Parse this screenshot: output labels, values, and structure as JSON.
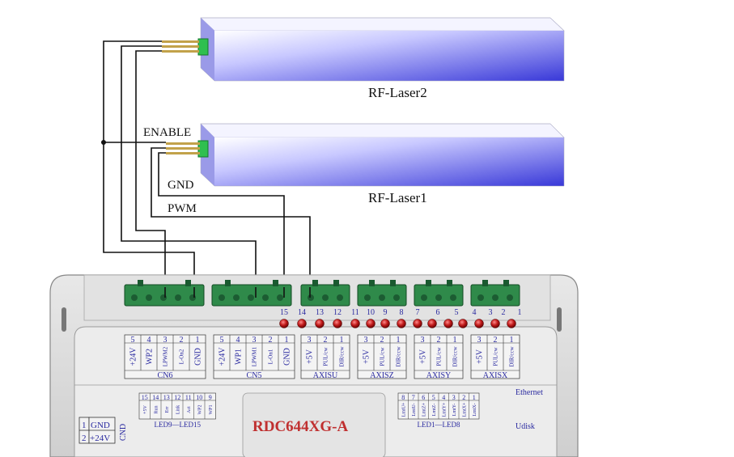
{
  "lasers": [
    {
      "name": "RF-Laser2"
    },
    {
      "name": "RF-Laser1"
    }
  ],
  "signals": {
    "enable": "ENABLE",
    "gnd": "GND",
    "pwm": "PWM"
  },
  "controller": {
    "model": "RDC644XG-A",
    "ethernet": "Ethernet",
    "udisk": "Udisk"
  },
  "pin_numbers": [
    "15",
    "14",
    "13",
    "12",
    "11",
    "10",
    "9",
    "8",
    "7",
    "6",
    "5",
    "4",
    "3",
    "2",
    "1"
  ],
  "connectors": [
    {
      "name": "CN6",
      "pins": [
        "5",
        "4",
        "3",
        "2",
        "1"
      ],
      "signals": [
        "+24V",
        "WP2",
        "LPWM2",
        "L-On2",
        "GND"
      ]
    },
    {
      "name": "CN5",
      "pins": [
        "5",
        "4",
        "3",
        "2",
        "1"
      ],
      "signals": [
        "+24V",
        "WP1",
        "LPWM1",
        "L-On1",
        "GND"
      ]
    },
    {
      "name": "AXISU",
      "pins": [
        "3",
        "2",
        "1"
      ],
      "signals": [
        "+5V",
        "PUL/cw",
        "DIR/ccw"
      ]
    },
    {
      "name": "AXISZ",
      "pins": [
        "3",
        "2",
        "1"
      ],
      "signals": [
        "+5V",
        "PUL/cw",
        "DIR/ccw"
      ]
    },
    {
      "name": "AXISY",
      "pins": [
        "3",
        "2",
        "1"
      ],
      "signals": [
        "+5V",
        "PUL/cw",
        "DIR/ccw"
      ]
    },
    {
      "name": "AXISX",
      "pins": [
        "3",
        "2",
        "1"
      ],
      "signals": [
        "+5V",
        "PUL/cw",
        "DIR/ccw"
      ]
    }
  ],
  "led_left": {
    "label": "LED9—LED15",
    "numbers": [
      "15",
      "14",
      "13",
      "12",
      "11",
      "10",
      "9"
    ],
    "names": [
      "+5V",
      "Run",
      "Err",
      "Link",
      "Act",
      "WP2",
      "WP1"
    ]
  },
  "led_right": {
    "label": "LED1—LED8",
    "numbers": [
      "8",
      "7",
      "6",
      "5",
      "4",
      "3",
      "2",
      "1"
    ],
    "names": [
      "LmtU+",
      "LmtU-",
      "LmtZ+",
      "LmtZ-",
      "LmtY+",
      "LmtY-",
      "LmtX+",
      "LmtX-"
    ]
  },
  "power": {
    "pins": [
      "1",
      "2"
    ],
    "gnd": "GND",
    "v24": "+24V",
    "cnd": "CND"
  },
  "colors": {
    "wire": "#111111",
    "laser_top": "#eef0ff",
    "laser_body": "#5050e0",
    "terminal": "#2c8a4a",
    "led": "#a01818",
    "board": "#d6d6d6",
    "model_text": "#c03030"
  }
}
